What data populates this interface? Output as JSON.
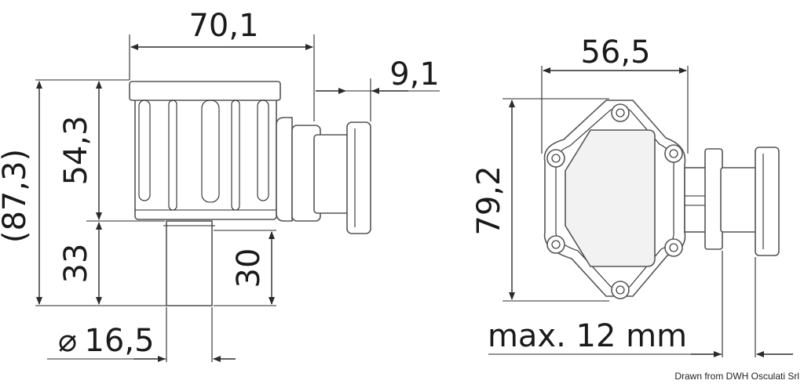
{
  "dimensions": {
    "width_top": "70,1",
    "offset_right": "9,1",
    "height_upper": "54,3",
    "height_total": "(87,3)",
    "height_lower": "33",
    "height_outlet": "30",
    "diameter": "16,5",
    "diameter_symbol": "⌀",
    "flange_width": "56,5",
    "flange_height": "79,2",
    "max_thickness": "max. 12 mm"
  },
  "credit": "Drawn from DWH Osculati Srl"
}
